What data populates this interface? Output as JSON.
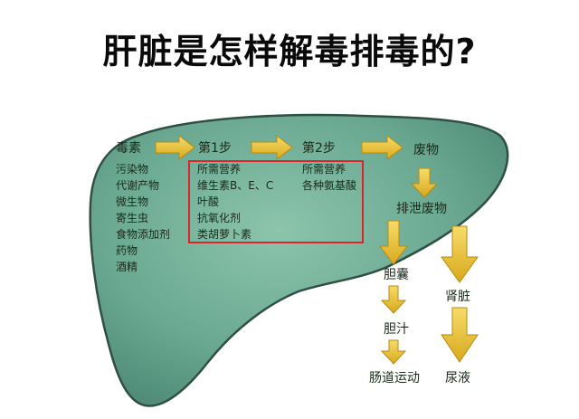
{
  "title": "肝脏是怎样解毒排毒的?",
  "toxins": {
    "header": "毒素",
    "items": [
      "污染物",
      "代谢产物",
      "微生物",
      "寄生虫",
      "食物添加剂",
      "药物",
      "酒精"
    ]
  },
  "step1": {
    "header": "第1步",
    "items": [
      "所需营养",
      "维生素B、E、C",
      "叶酸",
      "抗氧化剂",
      "类胡萝卜素"
    ]
  },
  "step2": {
    "header": "第2步",
    "items": [
      "所需营养",
      "各种氨基酸"
    ]
  },
  "waste": "废物",
  "excrete": "排泄废物",
  "gallbladder": "胆囊",
  "bile": "胆汁",
  "intestine": "肠道运动",
  "kidney": "肾脏",
  "urine": "尿液",
  "colors": {
    "liver_fill": "#6aa892",
    "liver_edge": "#2f4f44",
    "arrow": "#e8c23a",
    "highlight_box": "#d9252b"
  }
}
